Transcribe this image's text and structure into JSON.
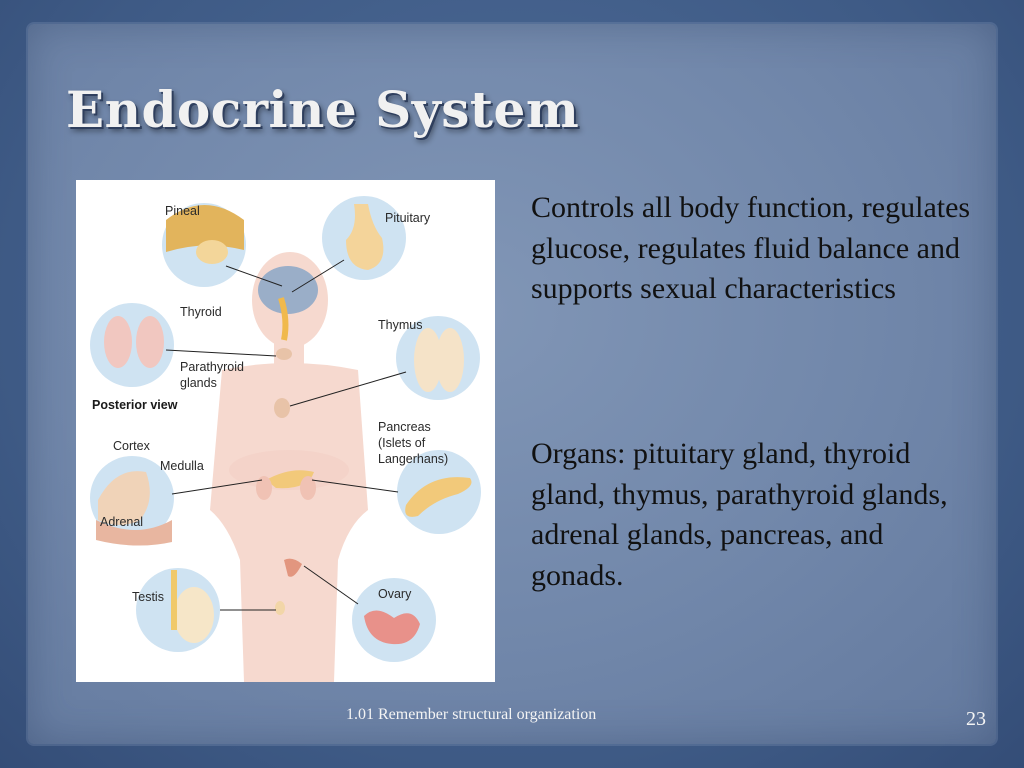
{
  "slide": {
    "title": "Endocrine System",
    "description": "Controls all body function, regulates glucose, regulates fluid balance and supports sexual characteristics",
    "organs_text": "Organs: pituitary gland, thyroid gland, thymus, parathyroid glands, adrenal glands, pancreas, and gonads.",
    "footer": "1.01 Remember structural organization",
    "page_number": "23"
  },
  "diagram": {
    "labels": {
      "pineal": "Pineal",
      "pituitary": "Pituitary",
      "thyroid": "Thyroid",
      "thymus": "Thymus",
      "parathyroid_1": "Parathyroid",
      "parathyroid_2": "glands",
      "posterior_view": "Posterior view",
      "pancreas_1": "Pancreas",
      "pancreas_2": "(Islets of",
      "pancreas_3": "Langerhans)",
      "cortex": "Cortex",
      "medulla": "Medulla",
      "adrenal": "Adrenal",
      "testis": "Testis",
      "ovary": "Ovary"
    }
  },
  "colors": {
    "background": "#3f5a86",
    "panel": "#7a8fb0",
    "title": "#f1f1f1",
    "circle_fill": "#cfe3f2",
    "body_silhouette": "#f6d9cf",
    "gland": "#f2c97a",
    "thymus": "#f5e3c8"
  }
}
